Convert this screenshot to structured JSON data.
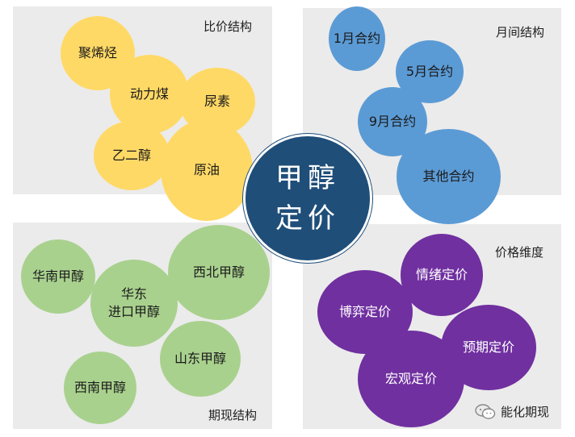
{
  "center": {
    "text": "甲醇\n定价",
    "color": "#1f4e79"
  },
  "panels": {
    "ratio": {
      "title": "比价结构",
      "color": "#ffd966",
      "items": [
        "聚烯烃",
        "动力煤",
        "尿素",
        "乙二醇",
        "原油"
      ]
    },
    "monthly": {
      "title": "月间结构",
      "color": "#5b9bd5",
      "items": [
        "1月合约",
        "5月合约",
        "9月合约",
        "其他合约"
      ]
    },
    "basis": {
      "title": "期现结构",
      "color": "#a9d18e",
      "items": [
        "华南甲醇",
        "华东\n进口甲醇",
        "西北甲醇",
        "山东甲醇",
        "西南甲醇"
      ]
    },
    "price_dimension": {
      "title": "价格维度",
      "color": "#7030a0",
      "items": [
        "情绪定价",
        "博弈定价",
        "预期定价",
        "宏观定价"
      ]
    }
  },
  "watermark": {
    "icon": "wechat-icon",
    "text": "能化期现"
  }
}
